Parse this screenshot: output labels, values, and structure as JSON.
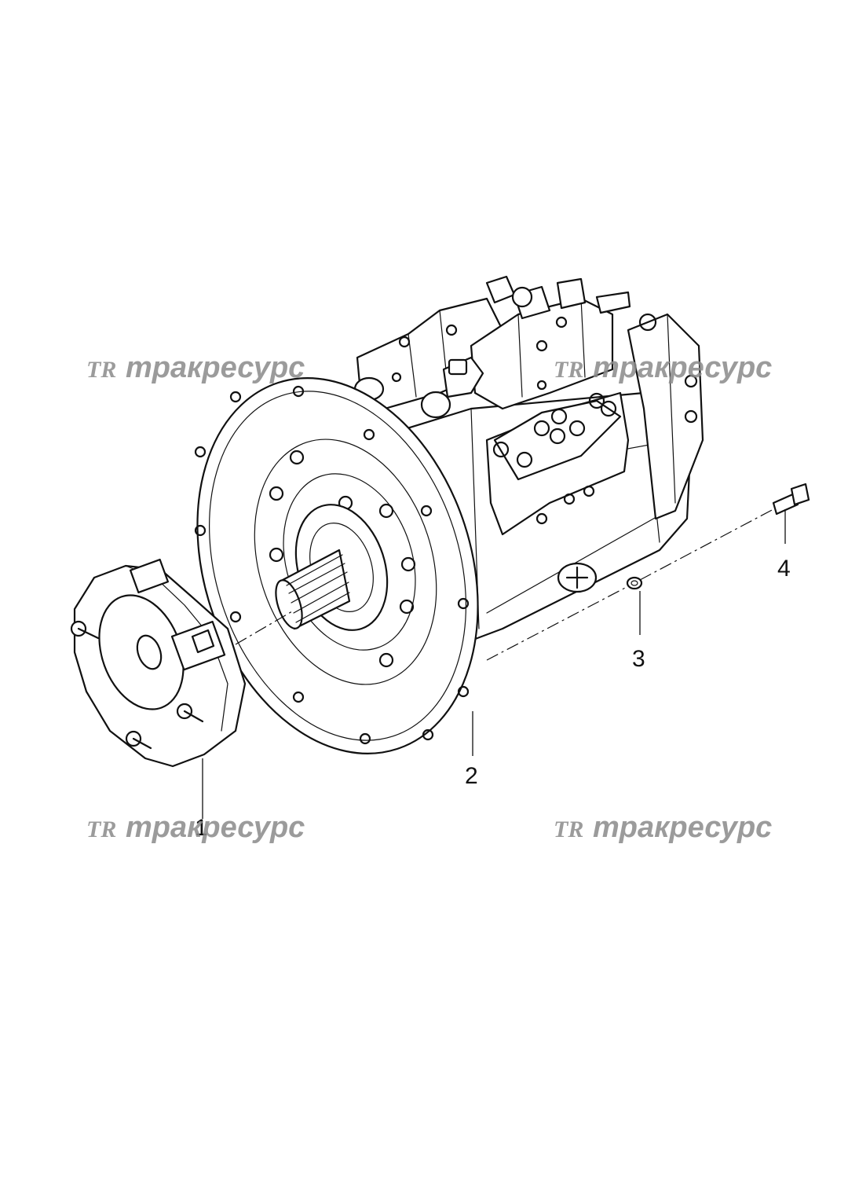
{
  "watermark": {
    "logo": "TR",
    "text": "тракресурс"
  },
  "callouts": [
    {
      "id": "1",
      "label": "1"
    },
    {
      "id": "2",
      "label": "2"
    },
    {
      "id": "3",
      "label": "3"
    },
    {
      "id": "4",
      "label": "4"
    }
  ]
}
